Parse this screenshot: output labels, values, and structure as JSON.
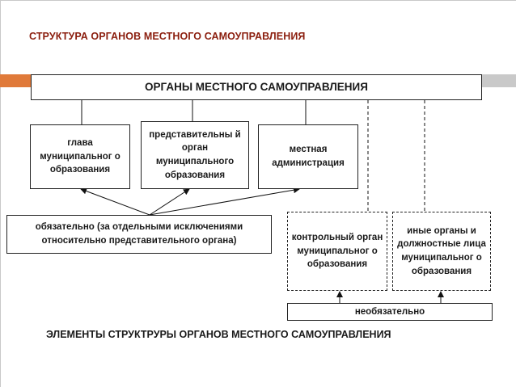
{
  "title": "СТРУКТУРА ОРГАНОВ МЕСТНОГО САМОУПРАВЛЕНИЯ",
  "header": "ОРГАНЫ МЕСТНОГО САМОУПРАВЛЕНИЯ",
  "required_bodies": [
    "глава муниципальног о образования",
    "представительны й орган муниципального образования",
    "местная администрация"
  ],
  "optional_bodies": [
    "контрольный орган муниципальног о образования",
    "иные органы и должностные лица муниципальног о образования"
  ],
  "mandatory_note": "обязательно (за отдельными исключениями относительно представительного органа)",
  "optional_note": "необязательно",
  "caption": "ЭЛЕМЕНТЫ СТРУКТРУРЫ ОРГАНОВ МЕСТНОГО САМОУПРАВЛЕНИЯ",
  "colors": {
    "title": "#8b1e0e",
    "accent_band": "#e07a3a",
    "band": "#c9c9c9"
  }
}
